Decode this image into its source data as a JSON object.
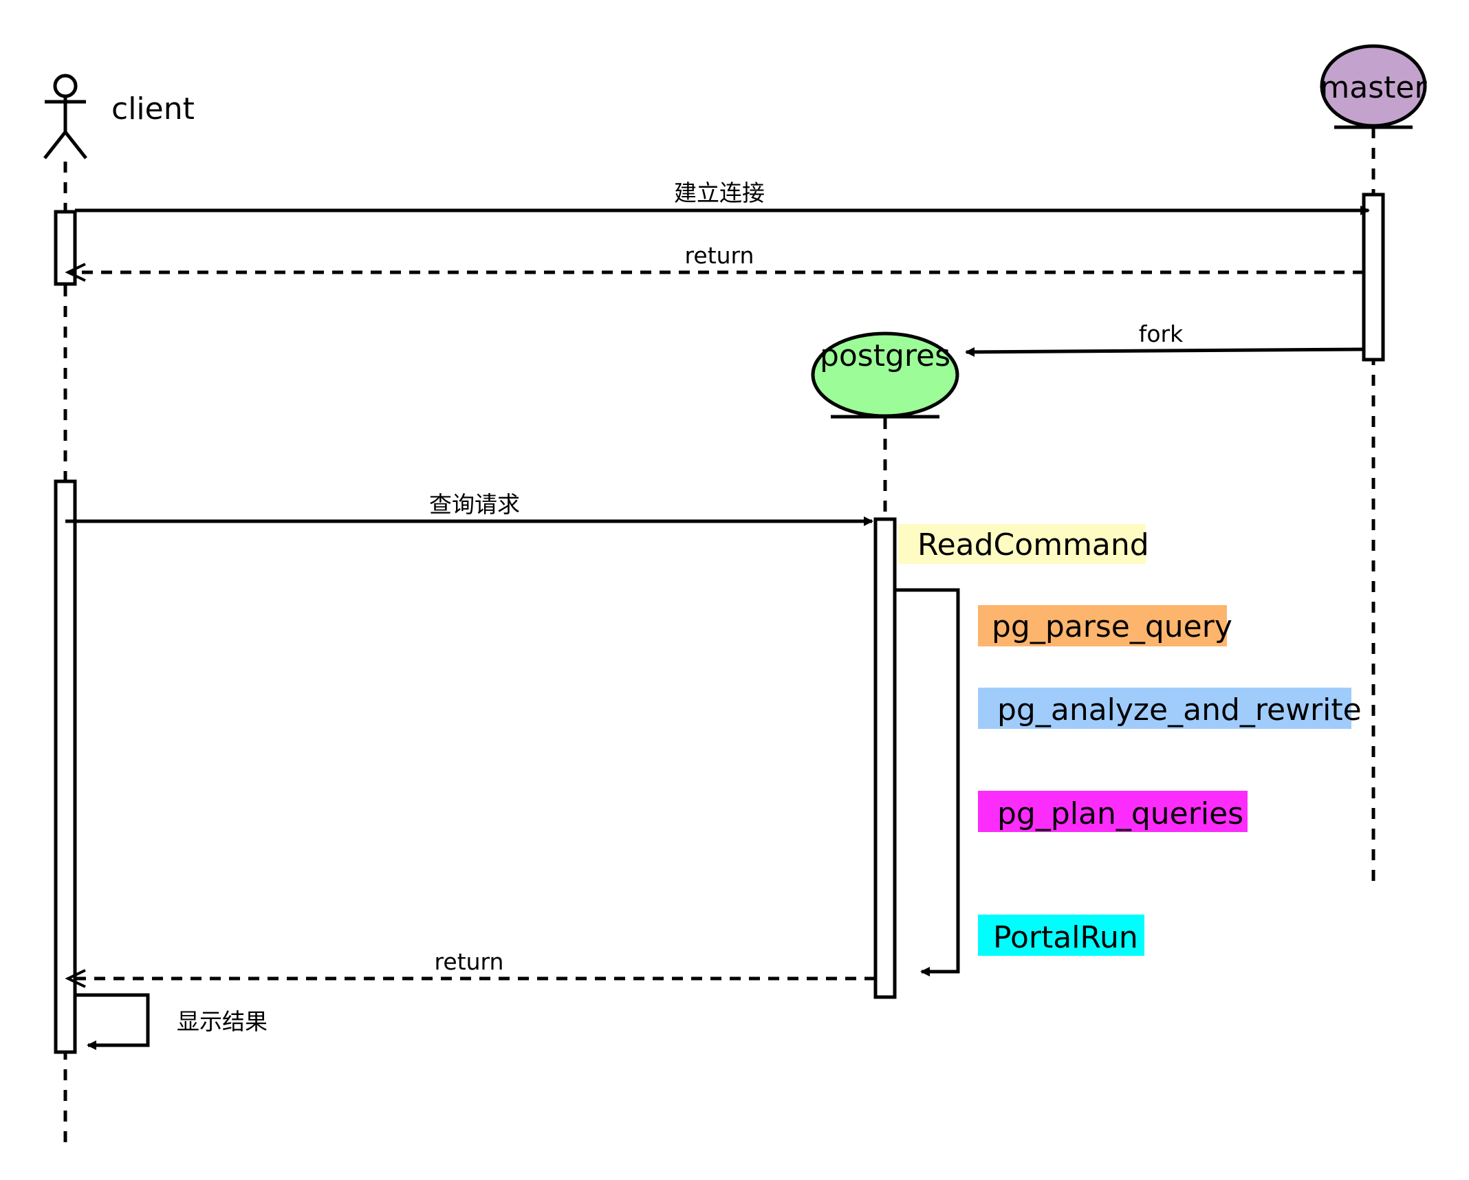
{
  "participants": {
    "client": {
      "label": "client"
    },
    "master": {
      "label": "master",
      "color": "#c3a3cd"
    },
    "postgres": {
      "label": "postgres",
      "color": "#9cfc98"
    }
  },
  "messages": {
    "connect": {
      "label": "建立连接"
    },
    "connect_return": {
      "label": "return"
    },
    "fork": {
      "label": "fork"
    },
    "query": {
      "label": "查询请求"
    },
    "query_return": {
      "label": "return"
    },
    "show_result": {
      "label": "显示结果"
    }
  },
  "steps": [
    {
      "label": "ReadCommand",
      "color": "#fefcc2"
    },
    {
      "label": "pg_parse_query",
      "color": "#fdb46c"
    },
    {
      "label": "pg_analyze_and_rewrite",
      "color": "#a0ccfc"
    },
    {
      "label": "pg_plan_queries",
      "color": "#fc2cfc"
    },
    {
      "label": "PortalRun",
      "color": "#00fefe"
    }
  ]
}
